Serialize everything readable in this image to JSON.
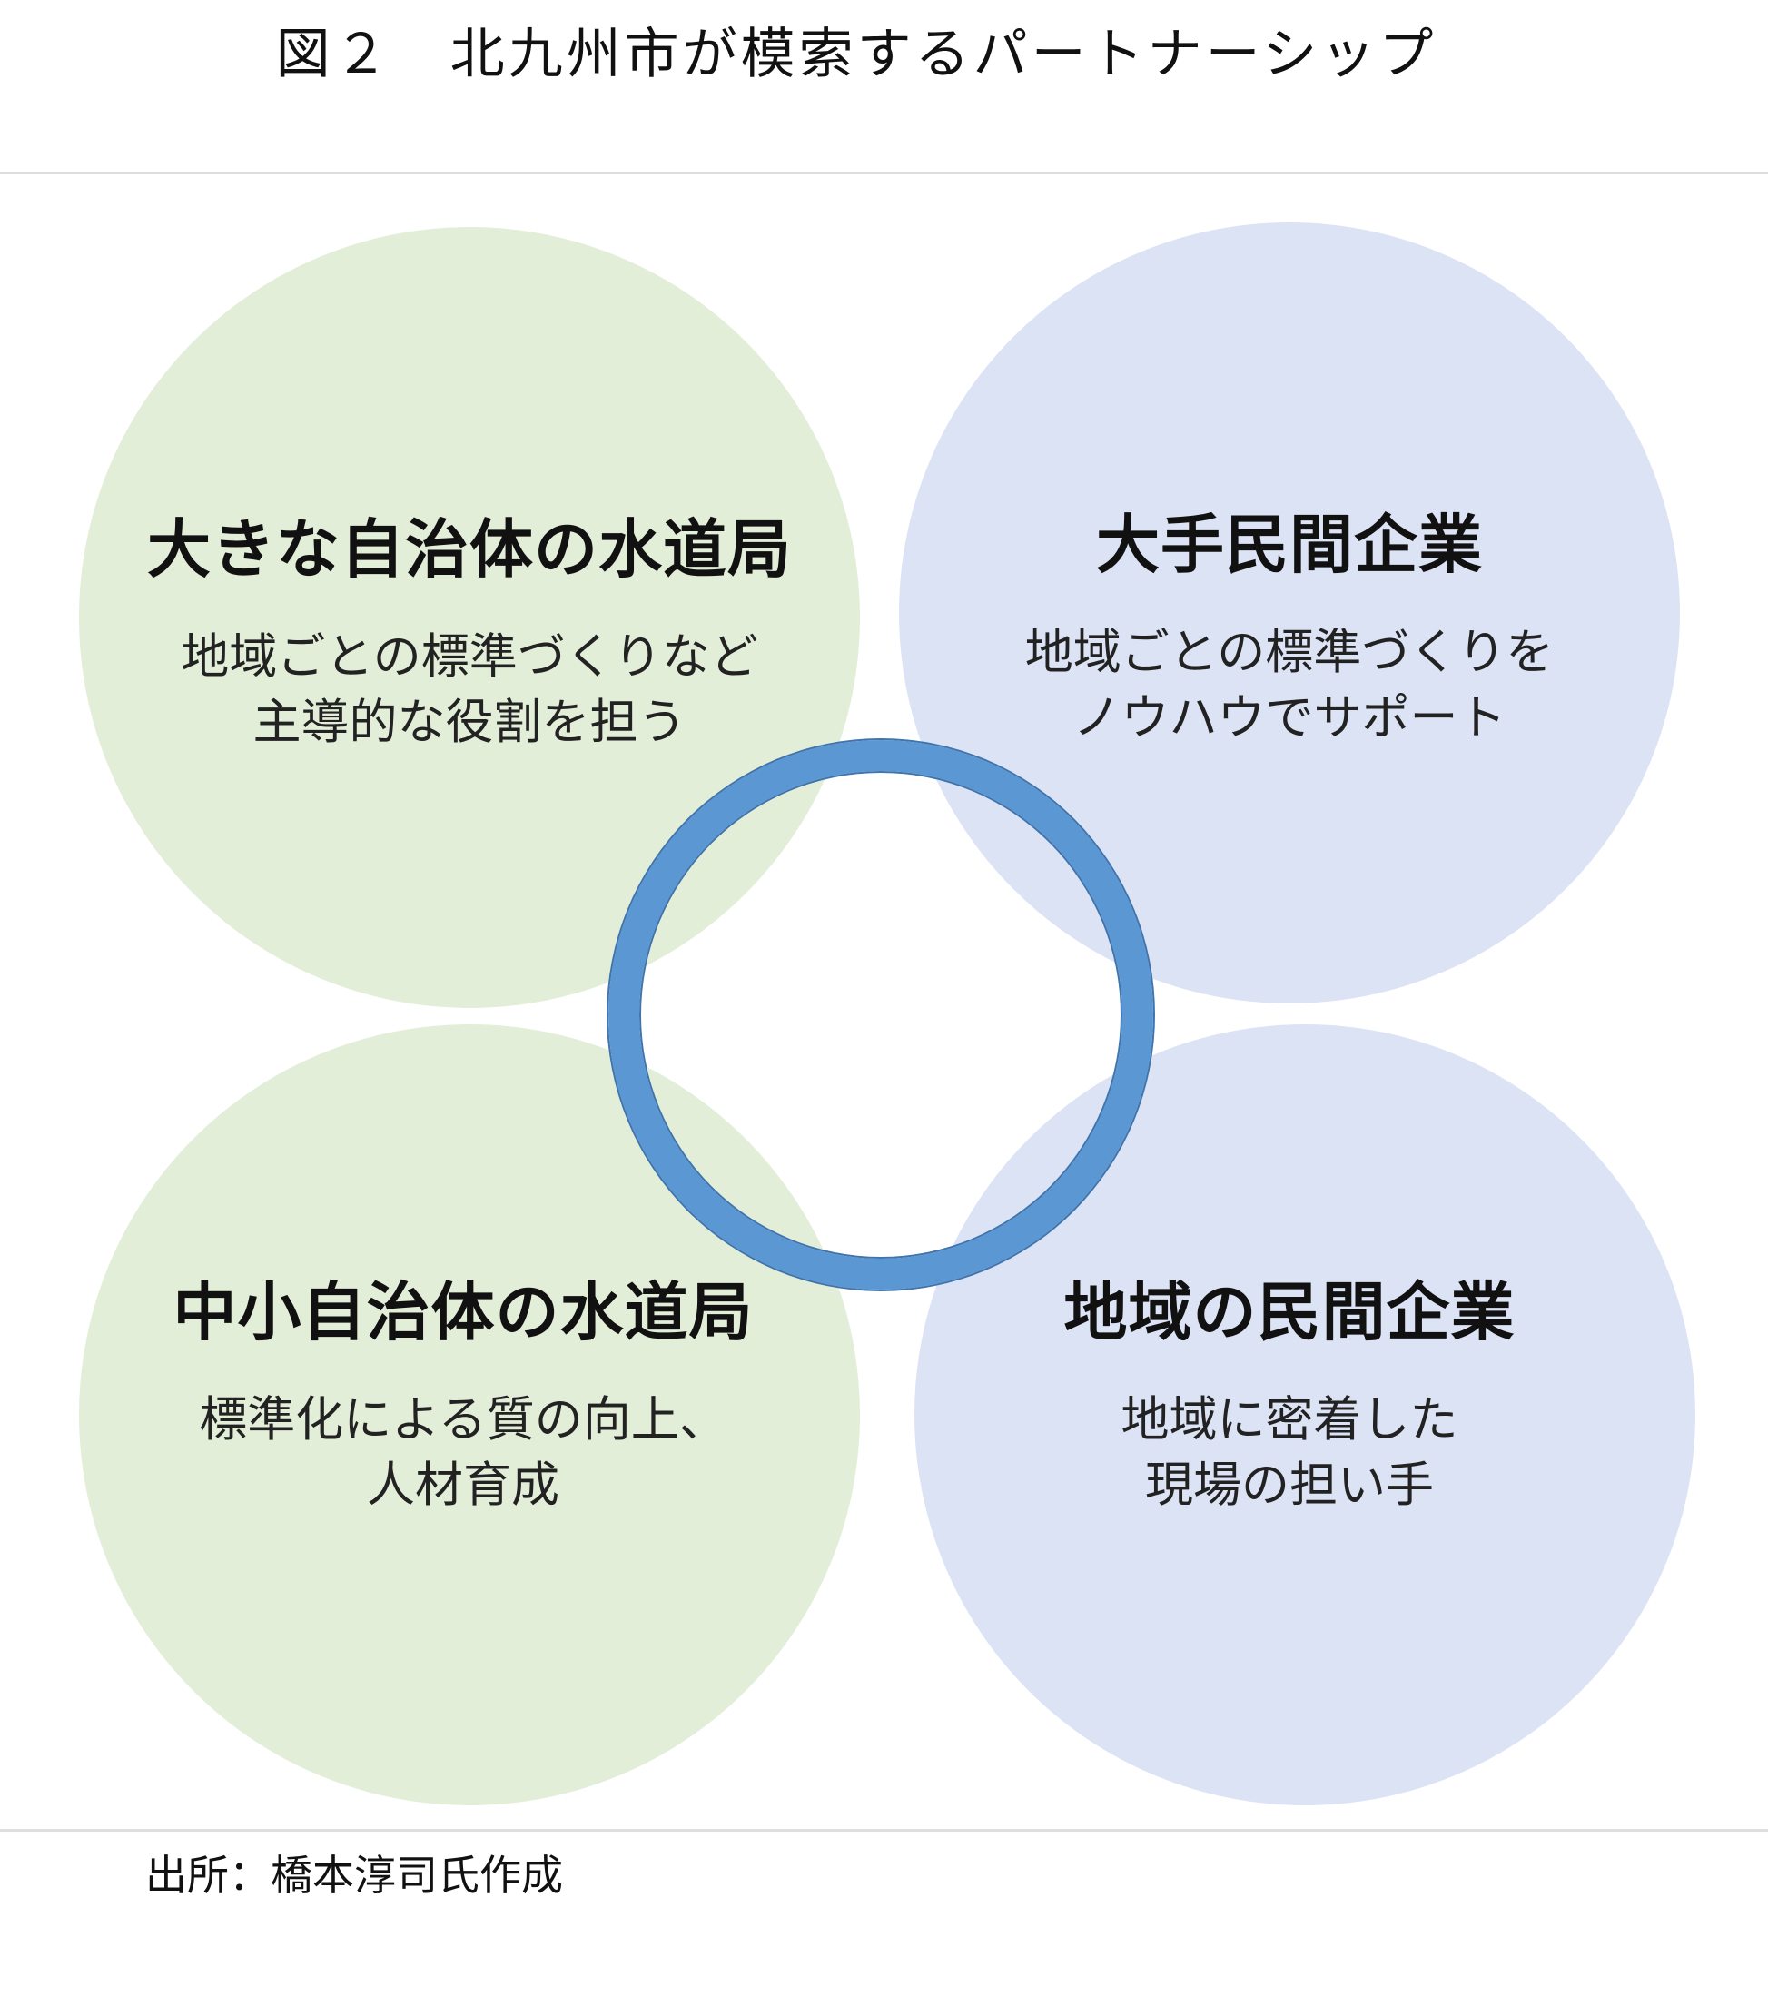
{
  "title": "図２　北九州市が模索するパートナーシップ",
  "source": "出所：橋本淳司氏作成",
  "colors": {
    "green_circle": "#e3eed9",
    "blue_circle": "#dce3f5",
    "center_ring": "#5b97d3"
  },
  "partners": [
    {
      "heading": "大きな自治体の水道局",
      "description": [
        "地域ごとの標準づくりなど",
        "主導的な役割を担う"
      ]
    },
    {
      "heading": "大手民間企業",
      "description": [
        "地域ごとの標準づくりを",
        "ノウハウでサポート"
      ]
    },
    {
      "heading": "中小自治体の水道局",
      "description": [
        "標準化による質の向上、",
        "人材育成"
      ]
    },
    {
      "heading": "地域の民間企業",
      "description": [
        "地域に密着した",
        "現場の担い手"
      ]
    }
  ]
}
